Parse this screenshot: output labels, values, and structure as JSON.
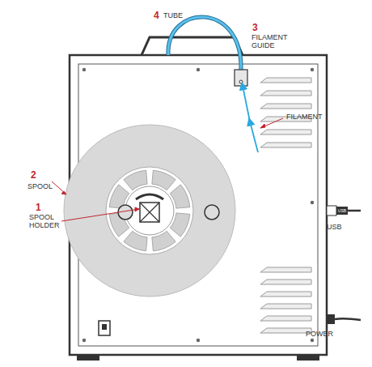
{
  "diagram": {
    "labels": [
      "4",
      "TUBE",
      "3",
      "FILAMENT GUIDE",
      "FILAMENT",
      "2",
      "SPOOL",
      "1",
      "SPOOL HOLDER",
      "USB",
      "USB",
      "POWER"
    ]
  }
}
